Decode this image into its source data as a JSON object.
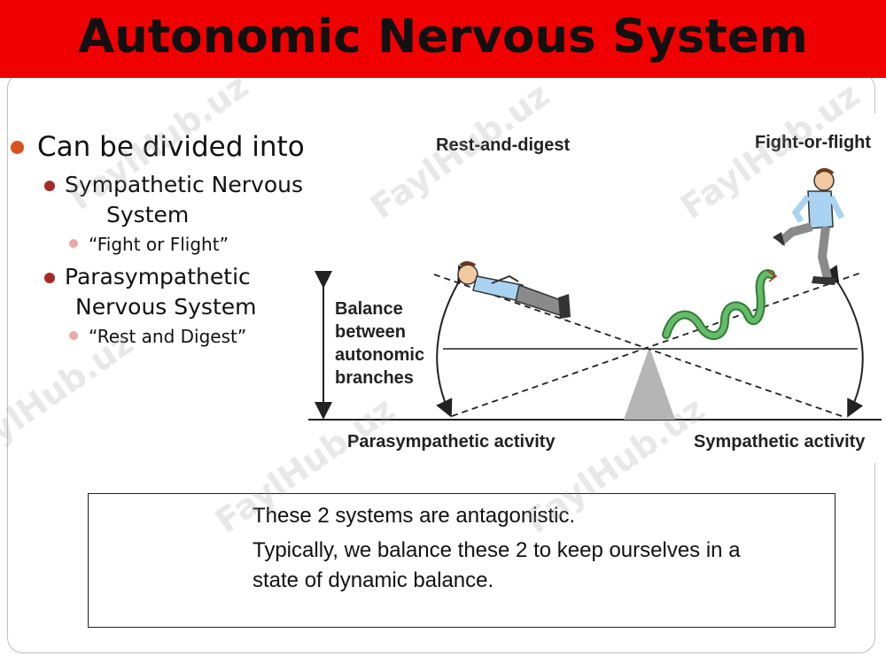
{
  "title": "Autonomic Nervous System",
  "bullets": {
    "main": "Can be divided into:",
    "sympathetic_line1": "Sympathetic Nervous",
    "sympathetic_line2": "System",
    "sympathetic_sub": "“Fight or Flight”",
    "parasympathetic_line1": "Parasympathetic",
    "parasympathetic_line2": "Nervous System",
    "parasympathetic_sub": "“Rest and Digest”"
  },
  "diagram": {
    "label_rest": "Rest-and-digest",
    "label_fight": "Fight-or-flight",
    "balance_line1": "Balance",
    "balance_line2": "between",
    "balance_line3": "autonomic",
    "balance_line4": "branches",
    "label_para_activity": "Parasympathetic activity",
    "label_symp_activity": "Sympathetic activity"
  },
  "callout": {
    "line1": "These 2 systems are antagonistic.",
    "line2": "Typically, we balance these 2 to keep ourselves in a",
    "line3": "state of dynamic balance."
  },
  "watermark": "FaylHub.uz",
  "colors": {
    "title_bar": "#f00000",
    "bullet_main": "#d9531e",
    "bullet_sub": "#a52a2a",
    "bullet_subsub": "#e8a9a9",
    "snake": "#4caf50"
  }
}
